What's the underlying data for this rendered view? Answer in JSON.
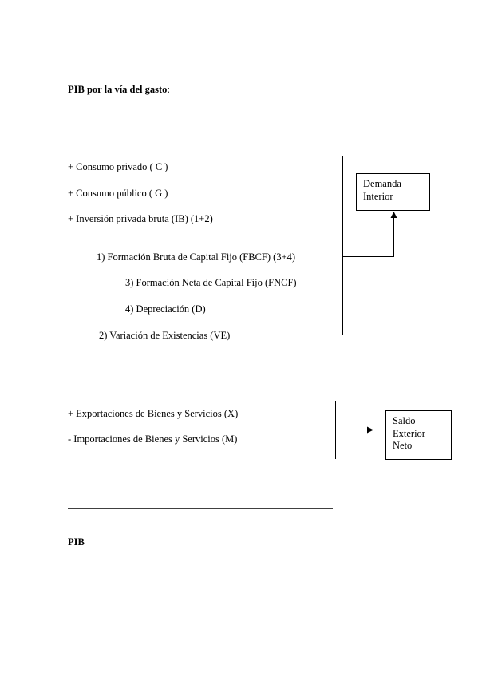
{
  "title": {
    "main": "PIB  por la vía del gasto",
    "suffix": ":"
  },
  "demand_items": [
    "+ Consumo privado ( C )",
    "+ Consumo público ( G )",
    "+ Inversión privada bruta (IB) (1+2)",
    "1) Formación Bruta de Capital Fijo (FBCF) (3+4)",
    "3) Formación  Neta de Capital Fijo (FNCF)",
    "4) Depreciación (D)",
    "2) Variación de Existencias (VE)"
  ],
  "demand_box": {
    "lines": [
      "Demanda",
      "Interior"
    ]
  },
  "external_items": [
    "+ Exportaciones de Bienes y Servicios (X)",
    "- Importaciones de Bienes y Servicios (M)"
  ],
  "external_box": {
    "lines": [
      "Saldo",
      "Exterior",
      "Neto"
    ]
  },
  "total_label": "PIB"
}
